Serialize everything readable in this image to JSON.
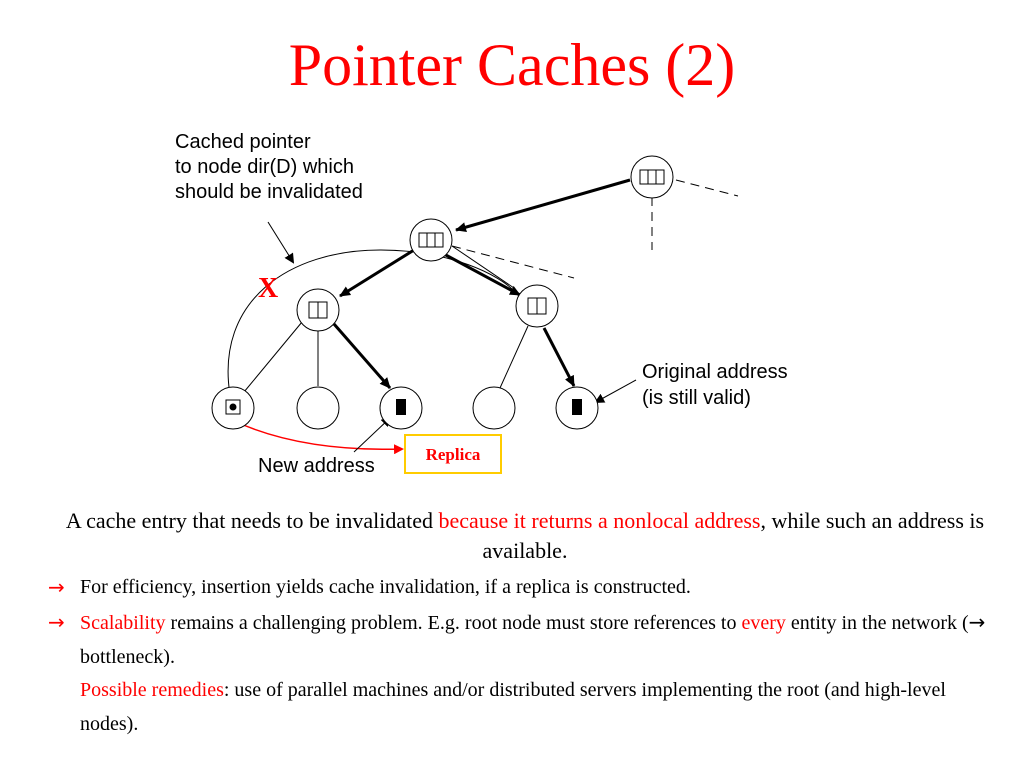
{
  "slide": {
    "title": "Pointer Caches (2)",
    "diagram": {
      "label_cached_pointer_lines": [
        "Cached pointer",
        "to node dir(D) which",
        "should be invalidated"
      ],
      "x_mark": "X",
      "label_original_address_lines": [
        "Original address",
        "(is still valid)"
      ],
      "label_new_address": "New address",
      "label_replica": "Replica"
    },
    "description": {
      "part1": "A cache entry that needs to be invalidated ",
      "part2_red": "because it returns a nonlocal address",
      "part3": ", while such an address is available."
    },
    "bullets": {
      "arrow": "→",
      "b1": "For efficiency, insertion yields cache invalidation, if a replica is constructed.",
      "b2_red": "Scalability",
      "b2_text": " remains a challenging problem. E.g. root node must store references to ",
      "b2_red2": "every",
      "b2_text2": " entity in the network (",
      "b2_arrow": "→",
      "b2_text3": " bottleneck).",
      "b3_red": "Possible remedies",
      "b3_text": ": use of parallel machines and/or distributed servers implementing the root (and high-level nodes)."
    },
    "colors": {
      "title": "#ff0000",
      "highlight": "#ff0000",
      "replica_border": "#ffcc00",
      "replica_text": "#ff0000"
    }
  }
}
